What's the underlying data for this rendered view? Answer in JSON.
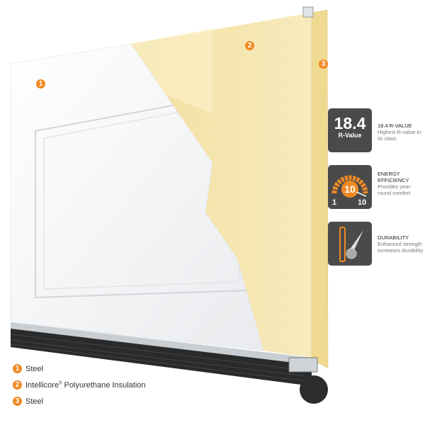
{
  "callouts": [
    "1",
    "2",
    "3"
  ],
  "features": [
    {
      "badge_big": "18.4",
      "badge_small": "R-Value",
      "title": "18.4 R-VALUE",
      "desc": "Highest R-value in its class",
      "icon": "r-value-badge"
    },
    {
      "gauge_value": "10",
      "gauge_min": "1",
      "gauge_max": "10",
      "title": "ENERGY EFFICIENCY",
      "desc": "Provides year-round comfort",
      "icon": "gauge-icon"
    },
    {
      "title": "DURABILITY",
      "desc": "Enhanced strength increases durability",
      "icon": "impact-ball-icon"
    }
  ],
  "legend": [
    {
      "num": "1",
      "label": "Steel"
    },
    {
      "num": "2",
      "label": "Intellicore",
      "sup": "®",
      "label2": " Polyurethane Insulation"
    },
    {
      "num": "3",
      "label": "Steel"
    }
  ],
  "colors": {
    "accent": "#f08a24",
    "foam": "#f6e7b0",
    "badge": "#4a4a4a",
    "seal": "#2a2a2a"
  }
}
